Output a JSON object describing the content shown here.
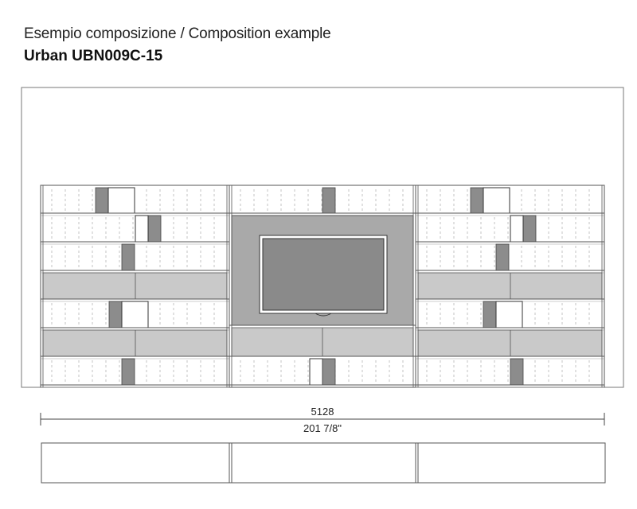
{
  "header": {
    "subtitle": "Esempio composizione / Composition example",
    "model": "Urban UBN009C-15"
  },
  "dimension": {
    "mm": "5128",
    "inches": "201 7/8\""
  },
  "colors": {
    "line": "#555555",
    "panel_gray": "#c9c9c9",
    "book_dark": "#8c8c8c",
    "tv_panel": "#a9a9a9",
    "tv_screen": "#8a8a8a"
  }
}
